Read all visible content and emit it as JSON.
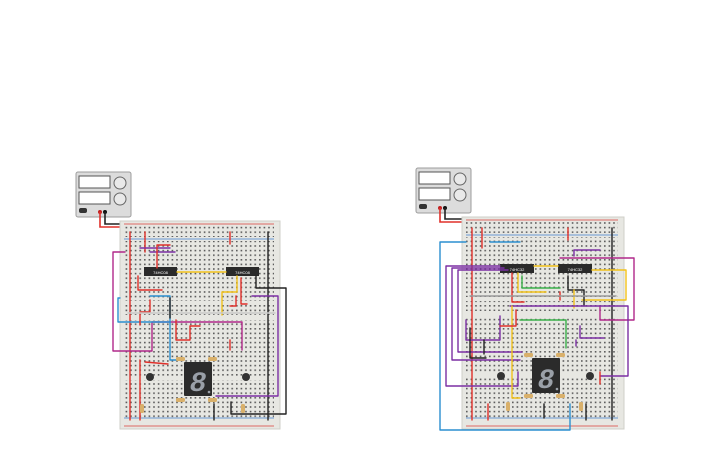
{
  "circuits": [
    {
      "id": "left",
      "ic_labels": [
        "74HC08",
        "74HC08"
      ]
    },
    {
      "id": "right",
      "ic_labels": [
        "74HC32",
        "74HC32"
      ]
    }
  ],
  "seven_segment_digit": "8",
  "colors": {
    "board": "#e7e7e2",
    "board_edge": "#cfcfc8",
    "hole": "#5a5a5a",
    "rail_red": "#d9403a",
    "rail_blue": "#3f7fcf",
    "wire_red": "#e0302a",
    "wire_black": "#222222",
    "wire_purple": "#7b2fa3",
    "wire_magenta": "#b0288a",
    "wire_blue": "#2b8fd0",
    "wire_yellow": "#f2c21a",
    "wire_green": "#3ab04a",
    "wire_gray": "#9a9a9a",
    "ic_body": "#2a2a2a",
    "display_body": "#2b2b2b",
    "segment": "#9aa0a8",
    "resistor": "#d9b06a",
    "psu_body": "#dcdcdc"
  },
  "icons": [
    "power-supply-icon",
    "breadboard-icon",
    "chip-icon",
    "seven-segment-icon",
    "pushbutton-icon",
    "resistor-icon"
  ]
}
